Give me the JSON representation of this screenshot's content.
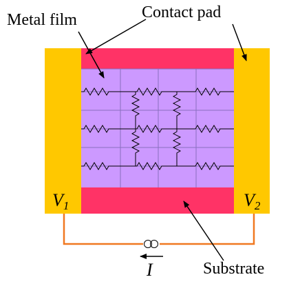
{
  "labels": {
    "metal_film": "Metal film",
    "contact_pad": "Contact pad",
    "substrate": "Substrate",
    "v1_base": "V",
    "v1_sub": "1",
    "v2_base": "V",
    "v2_sub": "2",
    "current": "I"
  },
  "colors": {
    "electrode": "#FFC800",
    "film": "#CC99FF",
    "substrate": "#FF3366",
    "wire": "#F07820",
    "grid": "#8A6FBF",
    "ink": "#000000"
  }
}
